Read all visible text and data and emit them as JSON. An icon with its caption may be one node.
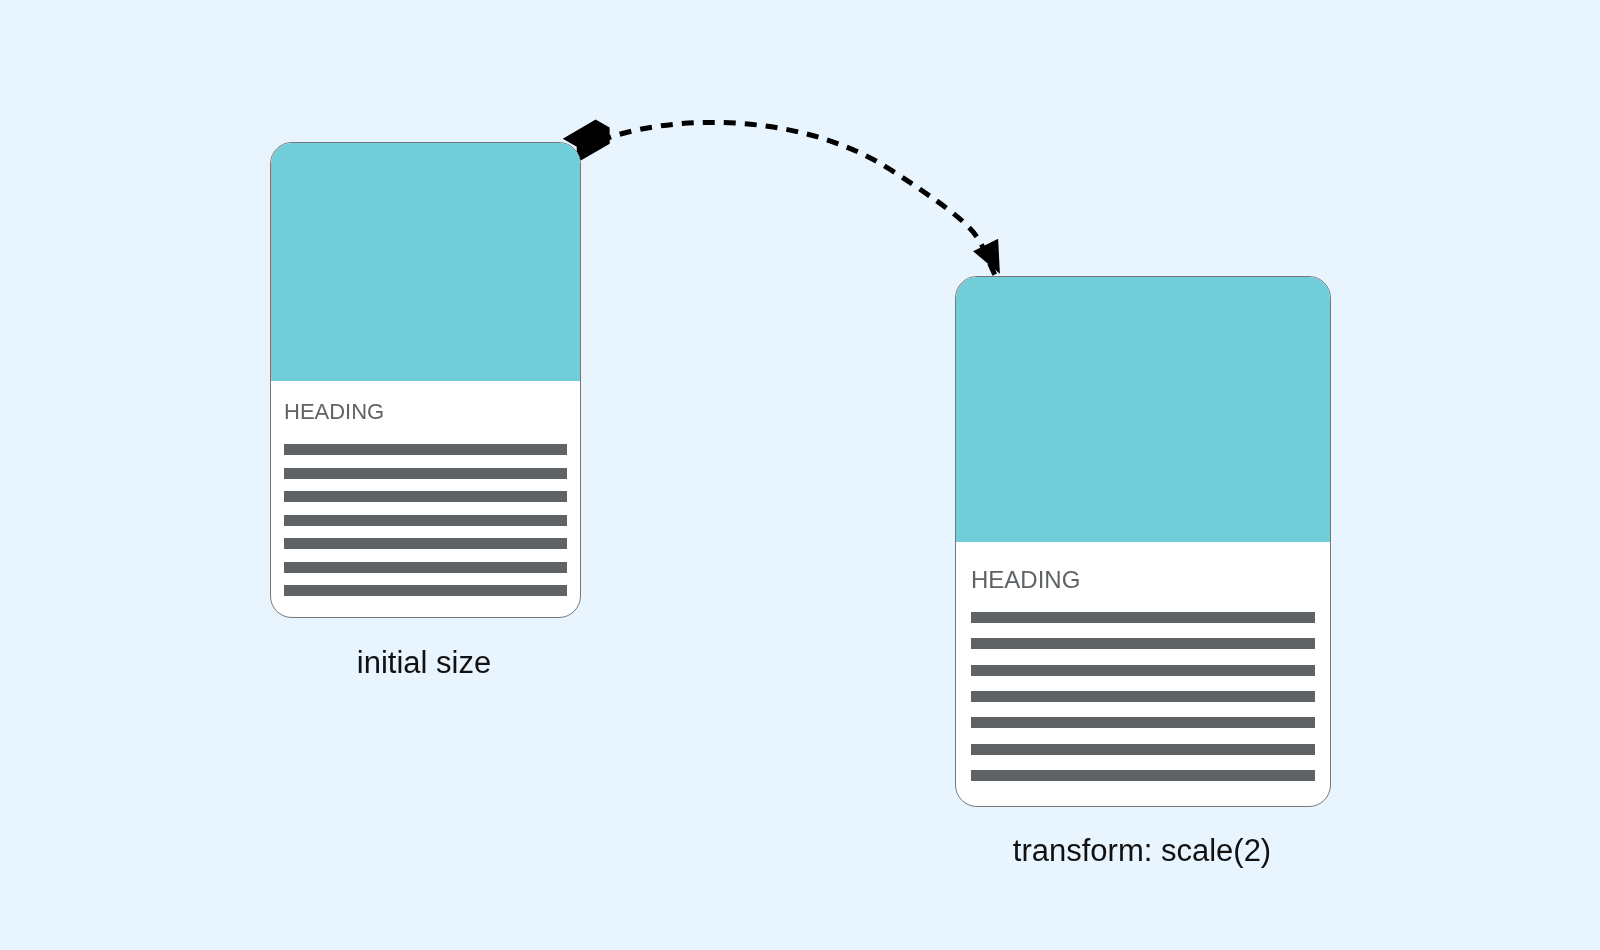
{
  "diagram": {
    "nodes": [
      {
        "text": [
          "HEADING"
        ],
        "beside": [
          "initial size"
        ]
      },
      {
        "text": [
          "HEADING"
        ],
        "beside": [
          "transform: scale(2)"
        ]
      }
    ],
    "edges": [
      {
        "from": 0,
        "to": 1,
        "arrow": "to",
        "style": "dashed"
      }
    ]
  }
}
